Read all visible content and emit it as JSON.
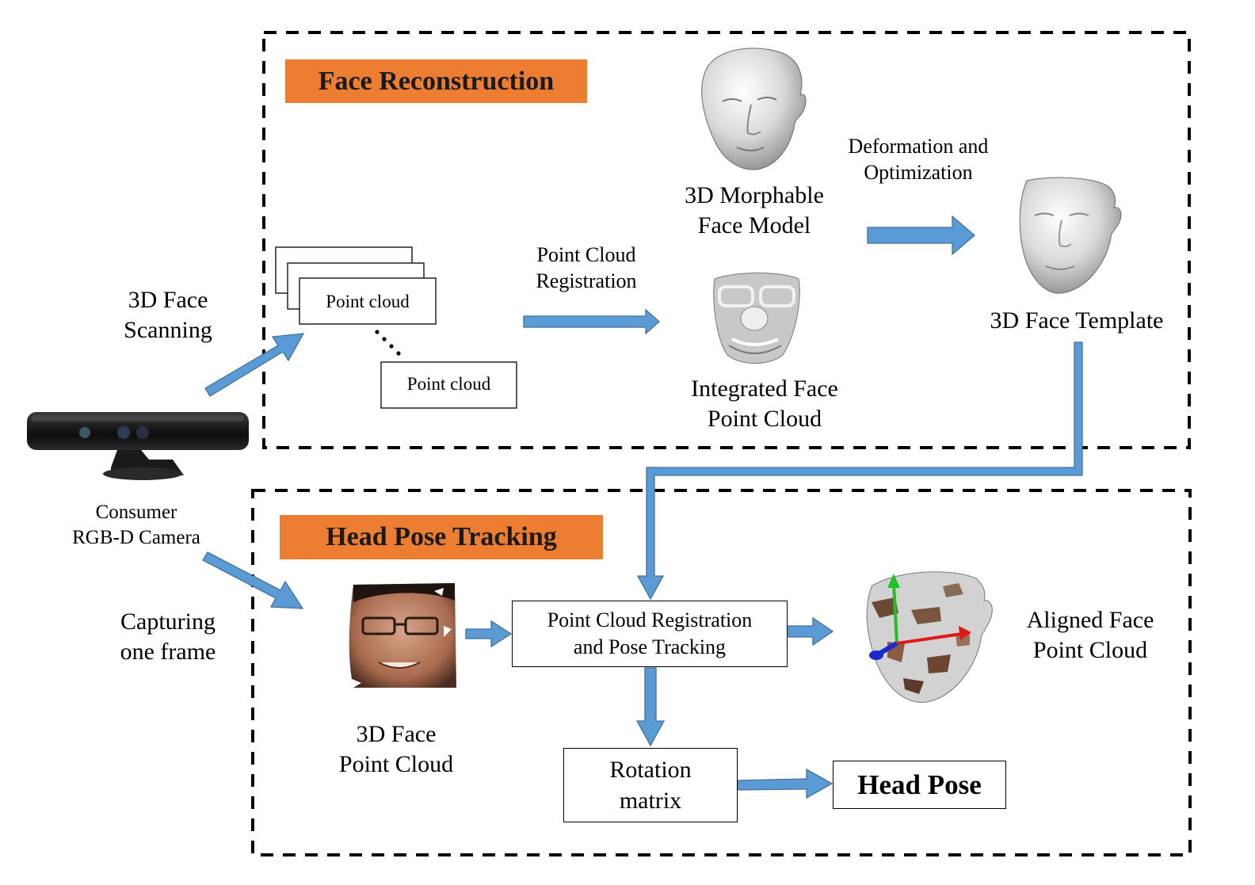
{
  "sections": {
    "face_reconstruction": {
      "title": "Face Reconstruction"
    },
    "head_pose_tracking": {
      "title": "Head Pose Tracking"
    }
  },
  "camera": {
    "label": "Consumer\nRGB-D Camera"
  },
  "edges": {
    "scanning": "3D Face\nScanning",
    "capturing": "Capturing\none frame",
    "registration": "Point Cloud\nRegistration",
    "deformation": "Deformation  and\nOptimization"
  },
  "point_clouds": {
    "stack_label": "Point cloud",
    "last_label": "Point cloud"
  },
  "nodes": {
    "morphable_model": "3D Morphable\nFace Model",
    "integrated_cloud": "Integrated Face\nPoint Cloud",
    "face_template": "3D Face Template",
    "face_point_cloud": "3D Face\nPoint Cloud",
    "registration_tracking": "Point Cloud Registration\nand Pose Tracking",
    "aligned_cloud": "Aligned Face\nPoint Cloud",
    "rotation_matrix": "Rotation\nmatrix",
    "head_pose": "Head Pose"
  },
  "colors": {
    "accent_orange": "#ED7D31",
    "arrow_blue": "#5B9BD5",
    "border_black": "#000000"
  },
  "icons": {
    "camera": "kinect-camera-icon",
    "face_model": "3d-face-render-icon",
    "photo_face": "rgbd-face-photo-icon",
    "axes": "xyz-axes-icon"
  }
}
